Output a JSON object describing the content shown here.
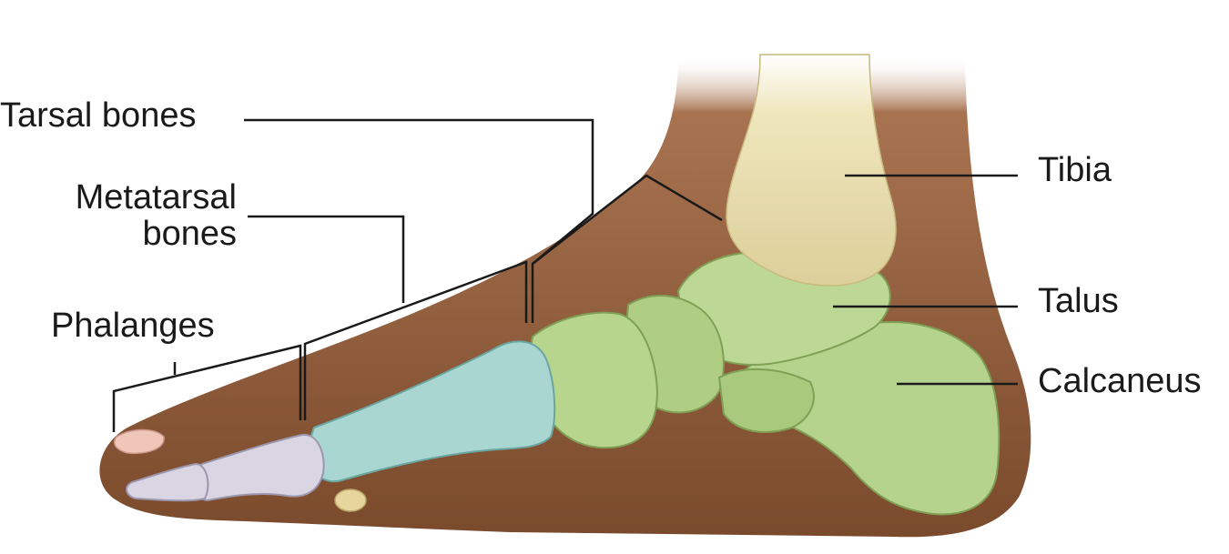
{
  "labels": {
    "tarsal": "Tarsal bones",
    "metatarsal_line1": "Metatarsal",
    "metatarsal_line2": "bones",
    "phalanges": "Phalanges",
    "tibia": "Tibia",
    "talus": "Talus",
    "calcaneus": "Calcaneus"
  },
  "colors": {
    "skin": "#9a6543",
    "skin_dark": "#6f4529",
    "tibia": "#ece3b8",
    "tarsal": "#b4d28a",
    "tarsal_dark": "#8fb265",
    "metatarsal": "#a9d6d2",
    "phalanx": "#d8d4e2",
    "nail": "#efc3b6",
    "leader": "#1a1a1a"
  }
}
